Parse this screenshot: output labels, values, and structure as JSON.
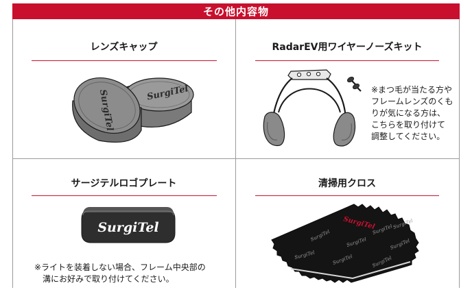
{
  "header": {
    "title": "その他内容物"
  },
  "cells": {
    "lens_cap": {
      "title": "レンズキャップ",
      "brand": "SurgiTel"
    },
    "nose_kit": {
      "title": "RadarEV用ワイヤーノーズキット",
      "note_lines": [
        "※まつ毛が当たる方や",
        "フレームレンズのくも",
        "りが気になる方は、",
        "こちらを取り付けて",
        "調整してください。"
      ]
    },
    "logo_plate": {
      "title": "サージテルロゴプレート",
      "brand": "SurgiTel",
      "note_lines": [
        "※ライトを装着しない場合、フレーム中央部の",
        "溝にお好みで取り付けてください。"
      ]
    },
    "cloth": {
      "title": "清掃用クロス",
      "brand": "SurgiTel"
    }
  },
  "colors": {
    "accent": "#c8102e",
    "rule": "#9a9a9a",
    "cap": "#8a8a8a",
    "plate": "#4a4a4a",
    "cloth": "#141414"
  }
}
